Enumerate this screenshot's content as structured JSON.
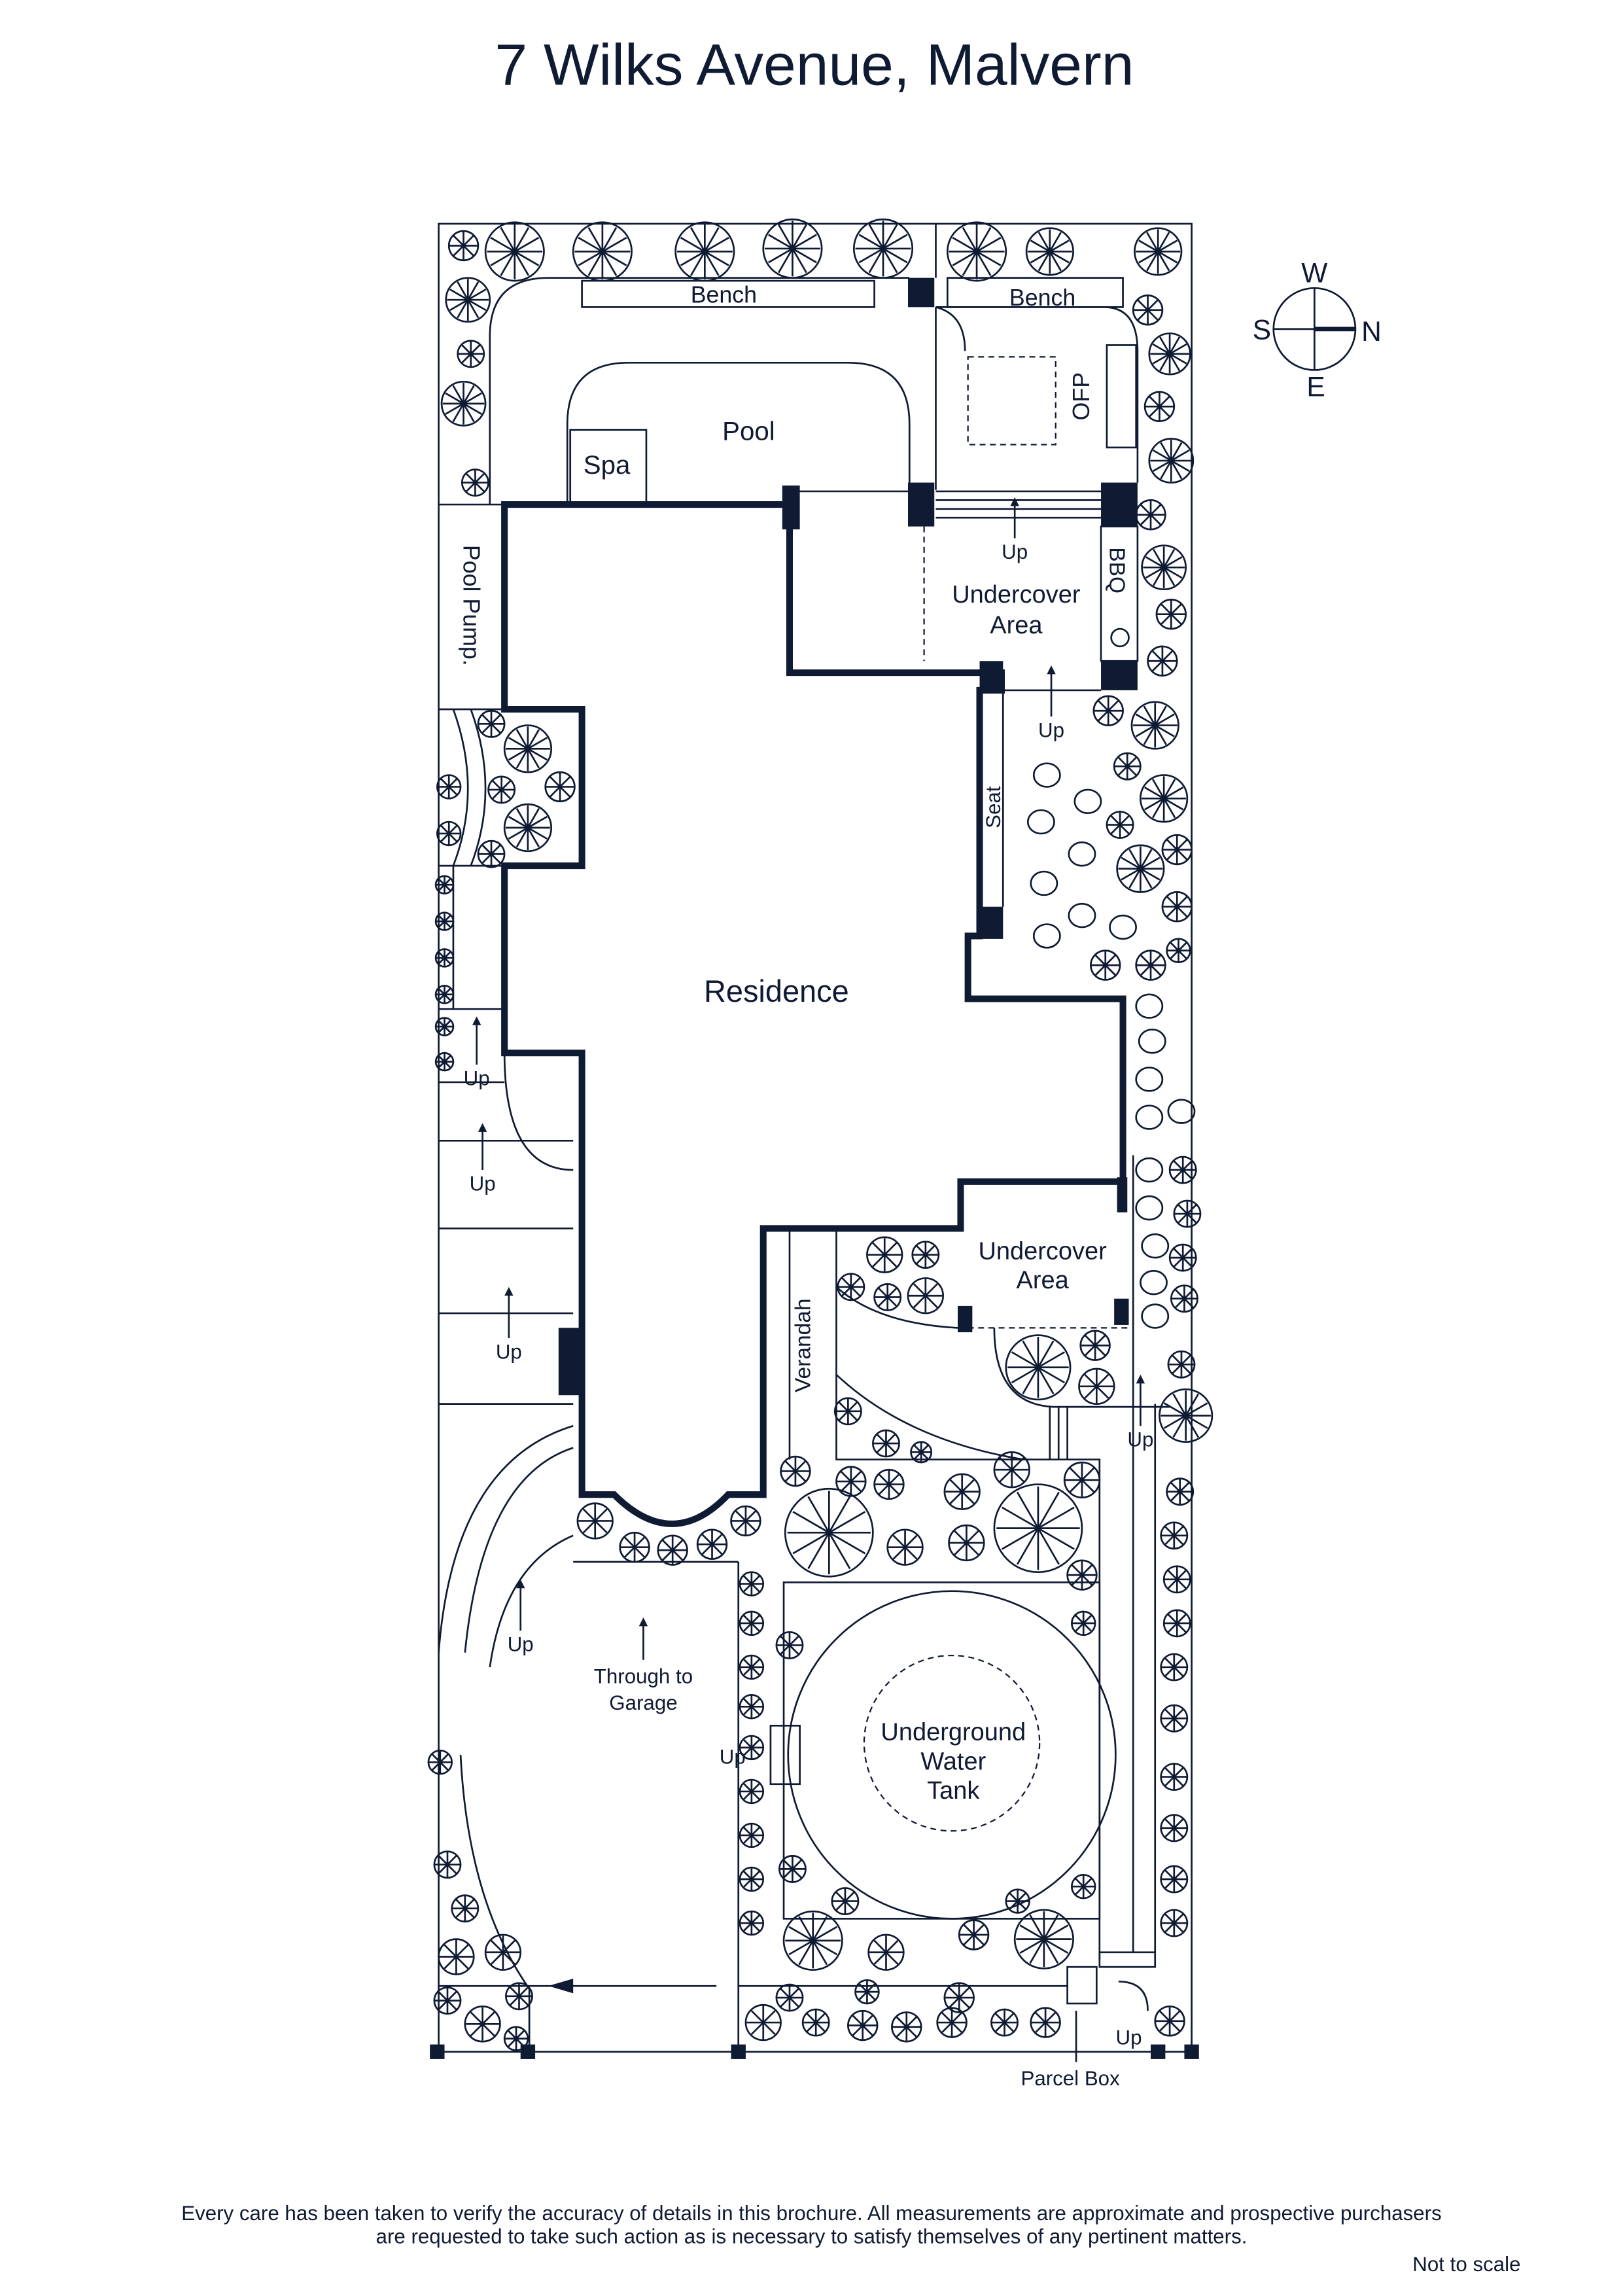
{
  "title": "7 Wilks Avenue, Malvern",
  "compass": {
    "w": "W",
    "s": "S",
    "n": "N",
    "e": "E"
  },
  "labels": {
    "bench_left": "Bench",
    "bench_right": "Bench",
    "pool": "Pool",
    "spa": "Spa",
    "ofp": "OFP",
    "bbq": "BBQ",
    "pool_pump": "Pool Pump.",
    "undercover_top_1": "Undercover",
    "undercover_top_2": "Area",
    "seat": "Seat",
    "residence": "Residence",
    "undercover_bottom_1": "Undercover",
    "undercover_bottom_2": "Area",
    "verandah": "Verandah",
    "through_1": "Through to",
    "through_2": "Garage",
    "tank_1": "Underground",
    "tank_2": "Water",
    "tank_3": "Tank",
    "parcel_box": "Parcel Box",
    "up": "Up"
  },
  "footer": {
    "line1": "Every care has been taken to verify the accuracy of details in this brochure.  All measurements are approximate and prospective purchasers",
    "line2": "are requested to take such action as is necessary to satisfy themselves of any pertinent matters.",
    "scale": "Not to scale"
  },
  "colors": {
    "ink": "#0f1a33"
  }
}
